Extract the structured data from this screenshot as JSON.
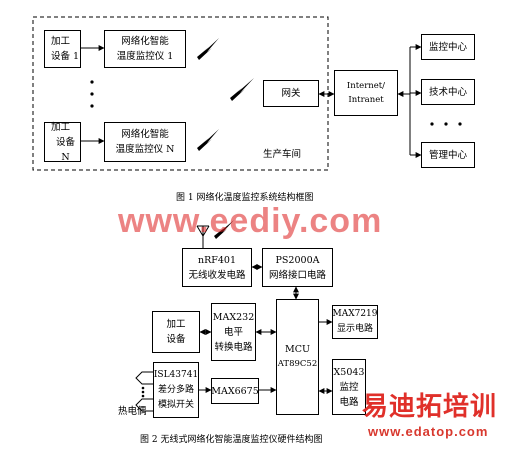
{
  "figure1": {
    "device1": [
      "加工",
      "设备 1"
    ],
    "monitor1": [
      "网络化智能",
      "温度监控仪 1"
    ],
    "deviceN": [
      "加工",
      "设备 N"
    ],
    "monitorN": [
      "网络化智能",
      "温度监控仪 N"
    ],
    "gateway": "网关",
    "workshop": "生产车间",
    "internet": [
      "Internet/",
      "Intranet"
    ],
    "center_monitor": "监控中心",
    "center_tech": "技术中心",
    "center_manage": "管理中心",
    "caption": "图 1    网络化温度监控系统结构框图"
  },
  "figure2": {
    "nrf": [
      "nRF401",
      "无线收发电路"
    ],
    "ps": [
      "PS2000A",
      "网络接口电路"
    ],
    "device": [
      "加工",
      "设备"
    ],
    "max232": [
      "MAX232",
      "电平",
      "转换电路"
    ],
    "mcu": [
      "MCU",
      "AT89C52"
    ],
    "max7219": [
      "MAX7219",
      "显示电路"
    ],
    "isl": [
      "ISL43741",
      "差分多路",
      "模拟开关"
    ],
    "max6675": "MAX6675",
    "x5043": [
      "X5043",
      "监控",
      "电路"
    ],
    "thermocouple": "热电偶",
    "caption": "图 2    无线式网络化智能温度监控仪硬件结构图"
  },
  "watermark": {
    "site": "www.eediy.com",
    "brand": "易迪拓培训",
    "url": "www.edatop.com"
  }
}
